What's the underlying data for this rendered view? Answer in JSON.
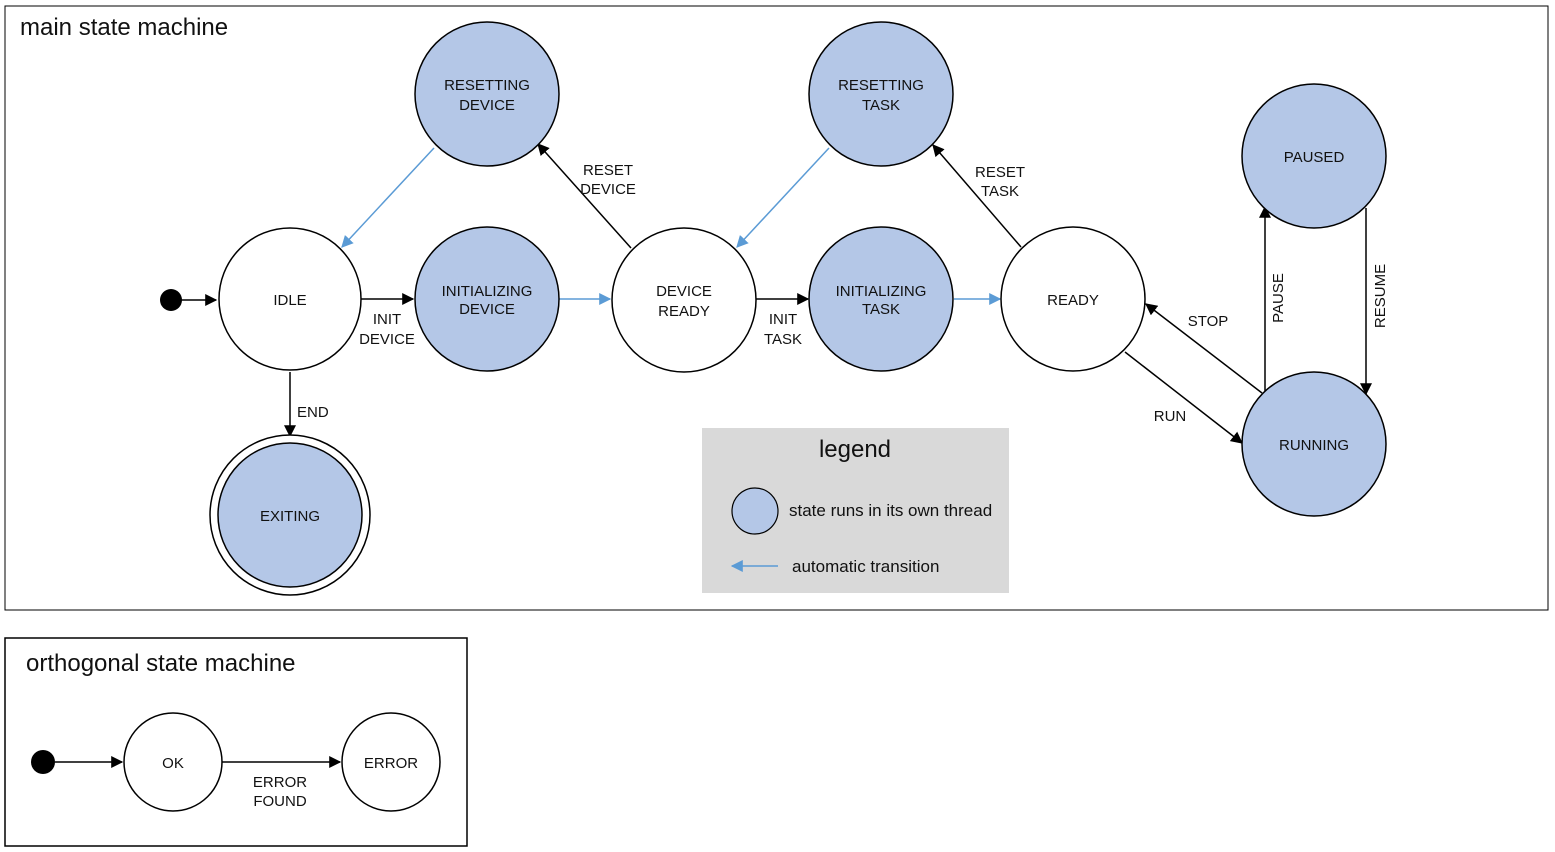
{
  "colors": {
    "thread_state_fill": "#b4c7e7",
    "plain_state_fill": "#ffffff",
    "stroke": "#000000",
    "auto_transition": "#5b9bd5",
    "legend_bg": "#d9d9d9"
  },
  "main": {
    "title": "main state machine",
    "states": {
      "idle": "IDLE",
      "exiting": "EXITING",
      "resetting_device": [
        "RESETTING",
        "DEVICE"
      ],
      "initializing_device": [
        "INITIALIZING",
        "DEVICE"
      ],
      "device_ready": [
        "DEVICE",
        "READY"
      ],
      "resetting_task": [
        "RESETTING",
        "TASK"
      ],
      "initializing_task": [
        "INITIALIZING",
        "TASK"
      ],
      "ready": "READY",
      "paused": "PAUSED",
      "running": "RUNNING"
    },
    "transitions": {
      "init_device": [
        "INIT",
        "DEVICE"
      ],
      "end": "END",
      "reset_device": [
        "RESET",
        "DEVICE"
      ],
      "init_task": [
        "INIT",
        "TASK"
      ],
      "reset_task": [
        "RESET",
        "TASK"
      ],
      "stop": "STOP",
      "run": "RUN",
      "pause": "PAUSE",
      "resume": "RESUME"
    }
  },
  "legend": {
    "title": "legend",
    "thread_state": "state runs in its own thread",
    "auto_transition": "automatic transition"
  },
  "orthogonal": {
    "title": "orthogonal state machine",
    "states": {
      "ok": "OK",
      "error": "ERROR"
    },
    "transitions": {
      "error_found": [
        "ERROR",
        "FOUND"
      ]
    }
  }
}
